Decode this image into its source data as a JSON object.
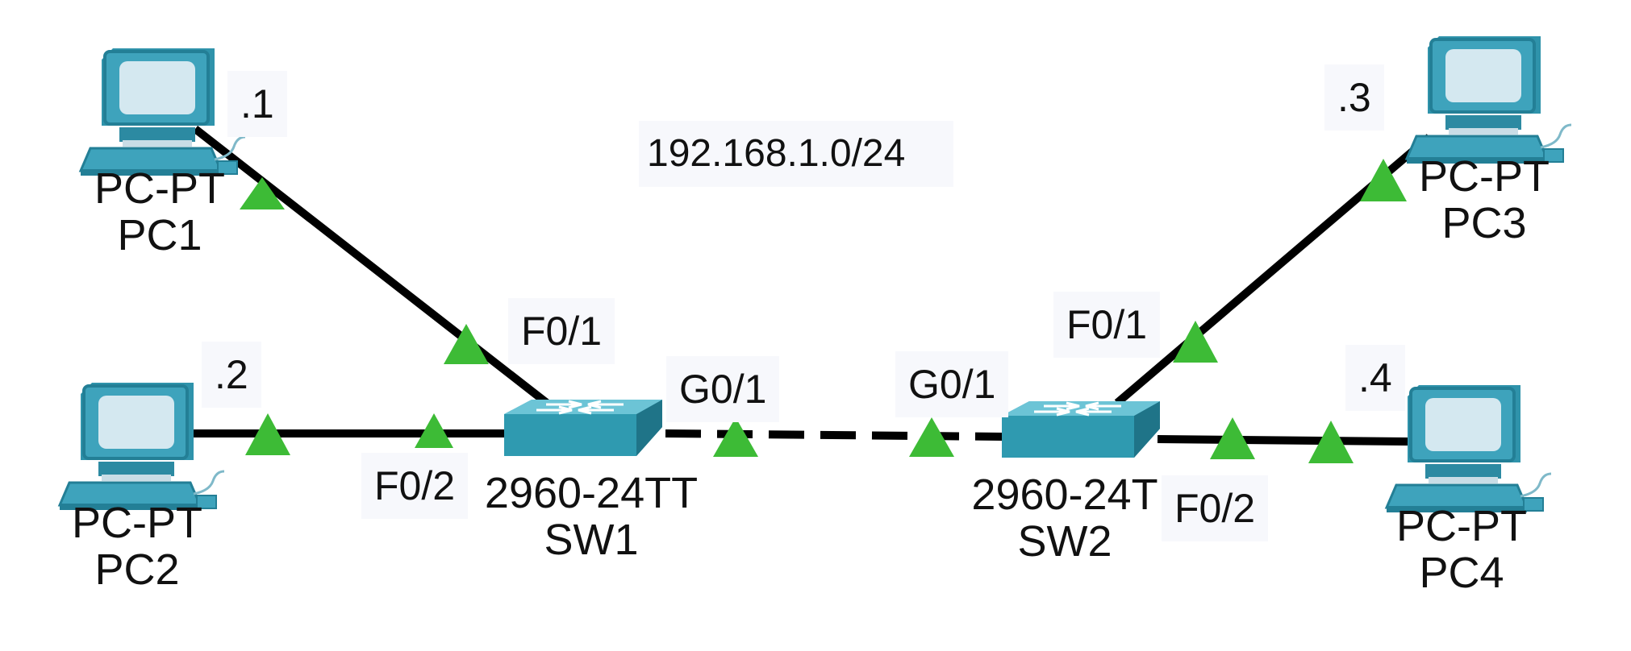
{
  "network_label": "192.168.1.0/24",
  "colors": {
    "link": "#000000",
    "port_status_up": "#3dbb36",
    "switch_body": "#2f9ab0",
    "pc_body": "#3a9fb8"
  },
  "devices": {
    "pc1": {
      "model": "PC-PT",
      "name": "PC1",
      "ip_suffix": ".1",
      "icon": "pc-icon"
    },
    "pc2": {
      "model": "PC-PT",
      "name": "PC2",
      "ip_suffix": ".2",
      "icon": "pc-icon"
    },
    "pc3": {
      "model": "PC-PT",
      "name": "PC3",
      "ip_suffix": ".3",
      "icon": "pc-icon"
    },
    "pc4": {
      "model": "PC-PT",
      "name": "PC4",
      "ip_suffix": ".4",
      "icon": "pc-icon"
    },
    "sw1": {
      "model": "2960-24TT",
      "name": "SW1",
      "icon": "switch-icon"
    },
    "sw2": {
      "model": "2960-24T",
      "name": "SW2",
      "icon": "switch-icon"
    }
  },
  "ports": {
    "sw1_pc1": "F0/1",
    "sw1_pc2": "F0/2",
    "sw1_uplink": "G0/1",
    "sw2_uplink": "G0/1",
    "sw2_pc3": "F0/1",
    "sw2_pc4": "F0/2"
  }
}
